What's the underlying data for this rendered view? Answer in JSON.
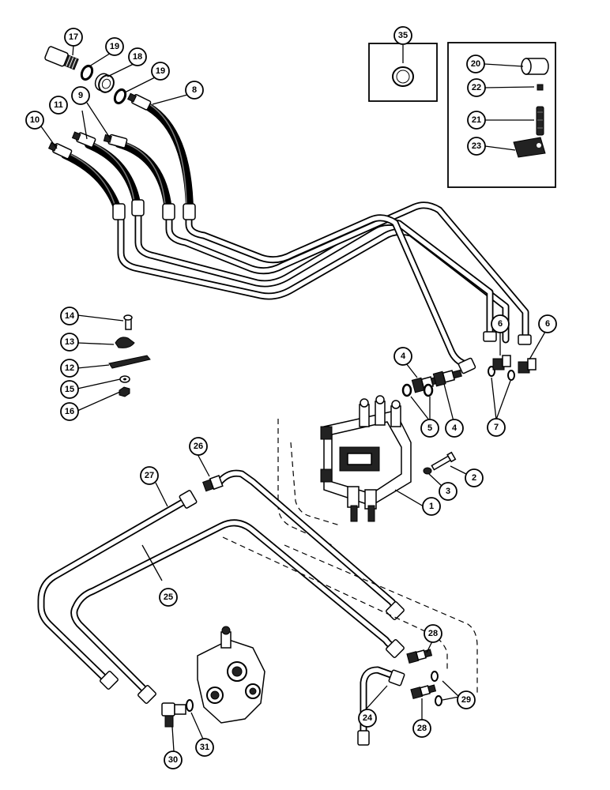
{
  "callouts": [
    {
      "id": "c1",
      "label": "1"
    },
    {
      "id": "c2",
      "label": "2"
    },
    {
      "id": "c3",
      "label": "3"
    },
    {
      "id": "c4a",
      "label": "4"
    },
    {
      "id": "c4b",
      "label": "4"
    },
    {
      "id": "c5",
      "label": "5"
    },
    {
      "id": "c6a",
      "label": "6"
    },
    {
      "id": "c6b",
      "label": "6"
    },
    {
      "id": "c7",
      "label": "7"
    },
    {
      "id": "c8",
      "label": "8"
    },
    {
      "id": "c9",
      "label": "9"
    },
    {
      "id": "c10",
      "label": "10"
    },
    {
      "id": "c11",
      "label": "11"
    },
    {
      "id": "c12",
      "label": "12"
    },
    {
      "id": "c13",
      "label": "13"
    },
    {
      "id": "c14",
      "label": "14"
    },
    {
      "id": "c15",
      "label": "15"
    },
    {
      "id": "c16",
      "label": "16"
    },
    {
      "id": "c17",
      "label": "17"
    },
    {
      "id": "c18",
      "label": "18"
    },
    {
      "id": "c19a",
      "label": "19"
    },
    {
      "id": "c19b",
      "label": "19"
    },
    {
      "id": "c20",
      "label": "20"
    },
    {
      "id": "c21",
      "label": "21"
    },
    {
      "id": "c22",
      "label": "22"
    },
    {
      "id": "c23",
      "label": "23"
    },
    {
      "id": "c24",
      "label": "24"
    },
    {
      "id": "c25",
      "label": "25"
    },
    {
      "id": "c26",
      "label": "26"
    },
    {
      "id": "c27",
      "label": "27"
    },
    {
      "id": "c28a",
      "label": "28"
    },
    {
      "id": "c28b",
      "label": "28"
    },
    {
      "id": "c29",
      "label": "29"
    },
    {
      "id": "c30",
      "label": "30"
    },
    {
      "id": "c31",
      "label": "31"
    },
    {
      "id": "c35",
      "label": "35"
    }
  ]
}
